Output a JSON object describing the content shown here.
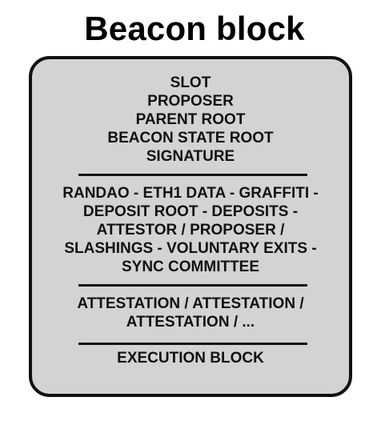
{
  "title": "Beacon block",
  "header_fields": [
    "SLOT",
    "PROPOSER",
    "PARENT ROOT",
    "BEACON STATE ROOT",
    "SIGNATURE"
  ],
  "body_fields": [
    "RANDAO - ETH1 DATA - GRAFFITI -",
    "DEPOSIT ROOT - DEPOSITS -",
    "ATTESTOR / PROPOSER /",
    "SLASHINGS - VOLUNTARY EXITS -",
    "SYNC COMMITTEE"
  ],
  "attestations": [
    "ATTESTATION / ATTESTATION /",
    "ATTESTATION / ..."
  ],
  "execution": [
    "EXECUTION BLOCK"
  ],
  "colors": {
    "block_fill": "#d3d3d3",
    "border": "#111111",
    "text": "#111111"
  }
}
